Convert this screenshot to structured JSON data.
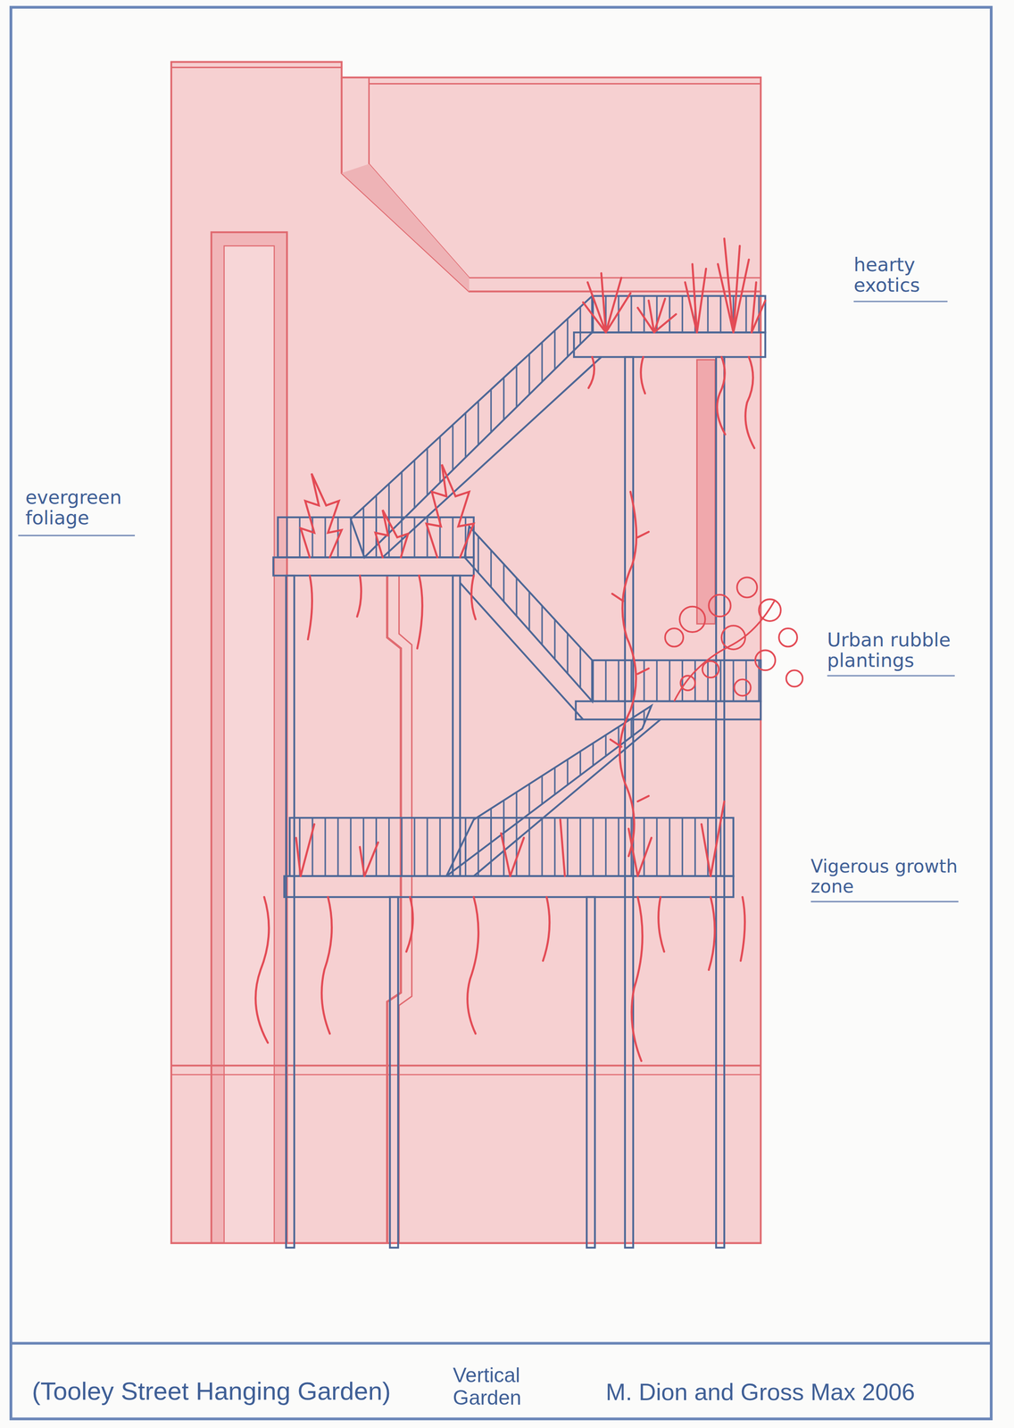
{
  "diagram": {
    "labels": [
      "hearty exotics",
      "evergreen foliage",
      "Urban rubble plantings",
      "Vigerous growth zone",
      "(Tooley Street Hanging Garden)",
      "Vertical Garden",
      "M. Dion and Gross Max 2006"
    ]
  }
}
